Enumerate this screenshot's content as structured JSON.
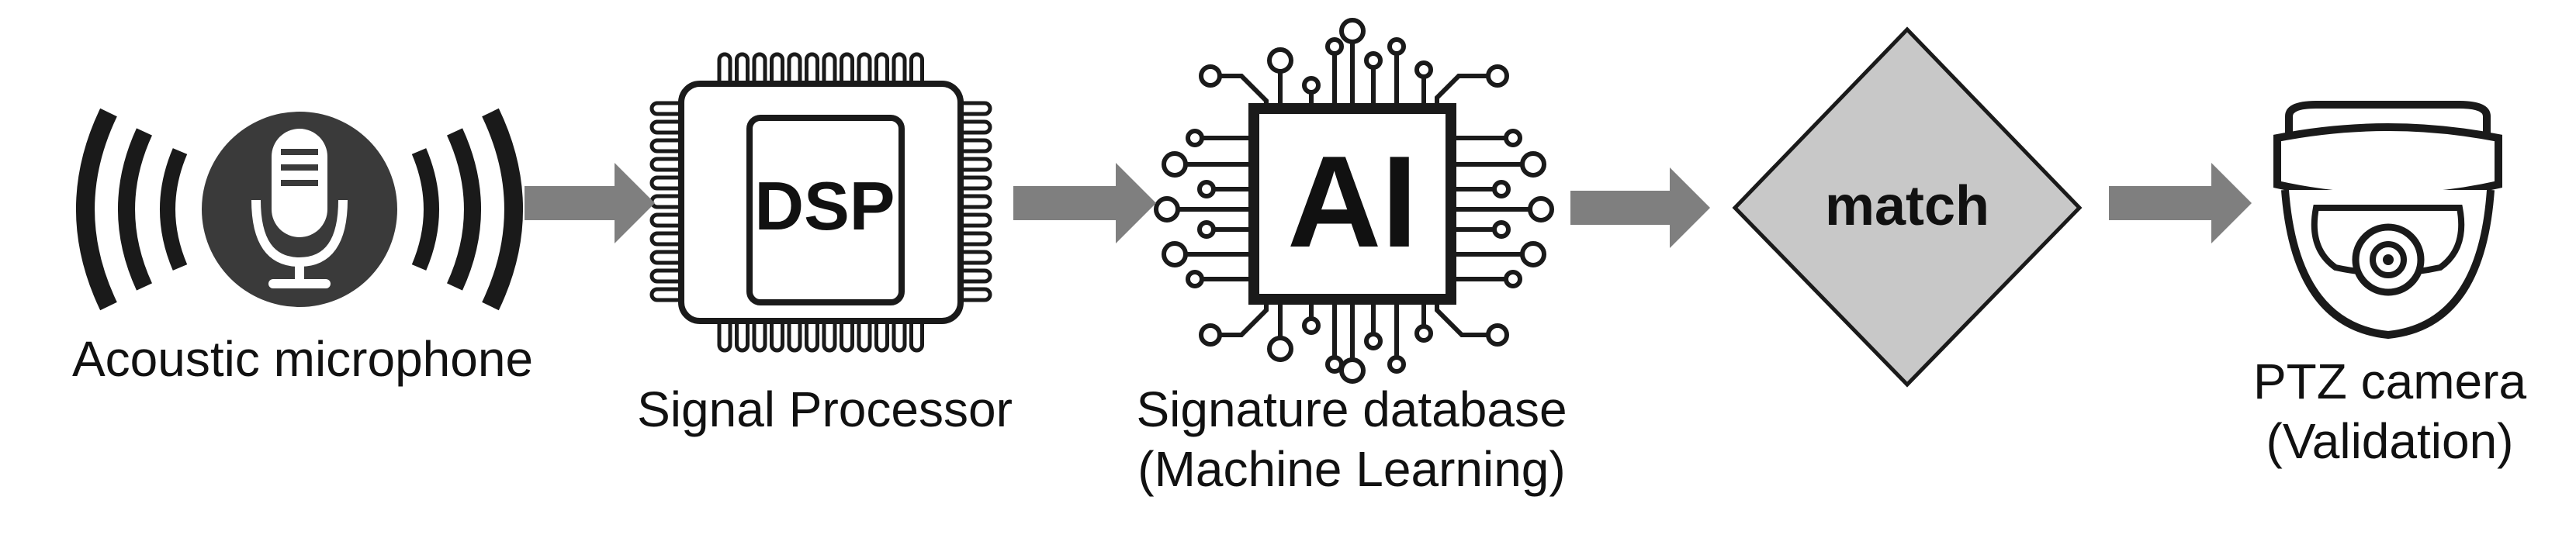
{
  "nodes": {
    "microphone": {
      "label": "Acoustic microphone",
      "icon": "microphone-icon"
    },
    "dsp": {
      "chip_text": "DSP",
      "label": "Signal Processor",
      "icon": "chip-icon"
    },
    "ai": {
      "chip_text": "AI",
      "label_line1": "Signature database",
      "label_line2": "(Machine Learning)",
      "icon": "ai-circuit-icon"
    },
    "match": {
      "text": "match",
      "shape": "diamond"
    },
    "camera": {
      "label_line1": "PTZ camera",
      "label_line2": "(Validation)",
      "icon": "ptz-camera-icon"
    }
  },
  "edges": [
    {
      "from": "microphone",
      "to": "dsp"
    },
    {
      "from": "dsp",
      "to": "ai"
    },
    {
      "from": "ai",
      "to": "match"
    },
    {
      "from": "match",
      "to": "camera"
    }
  ],
  "colors": {
    "arrow": "#7f7f7f",
    "diamond_fill": "#c8c8c8",
    "dark": "#1a1a1a",
    "mic_circle": "#3a3a3a"
  }
}
